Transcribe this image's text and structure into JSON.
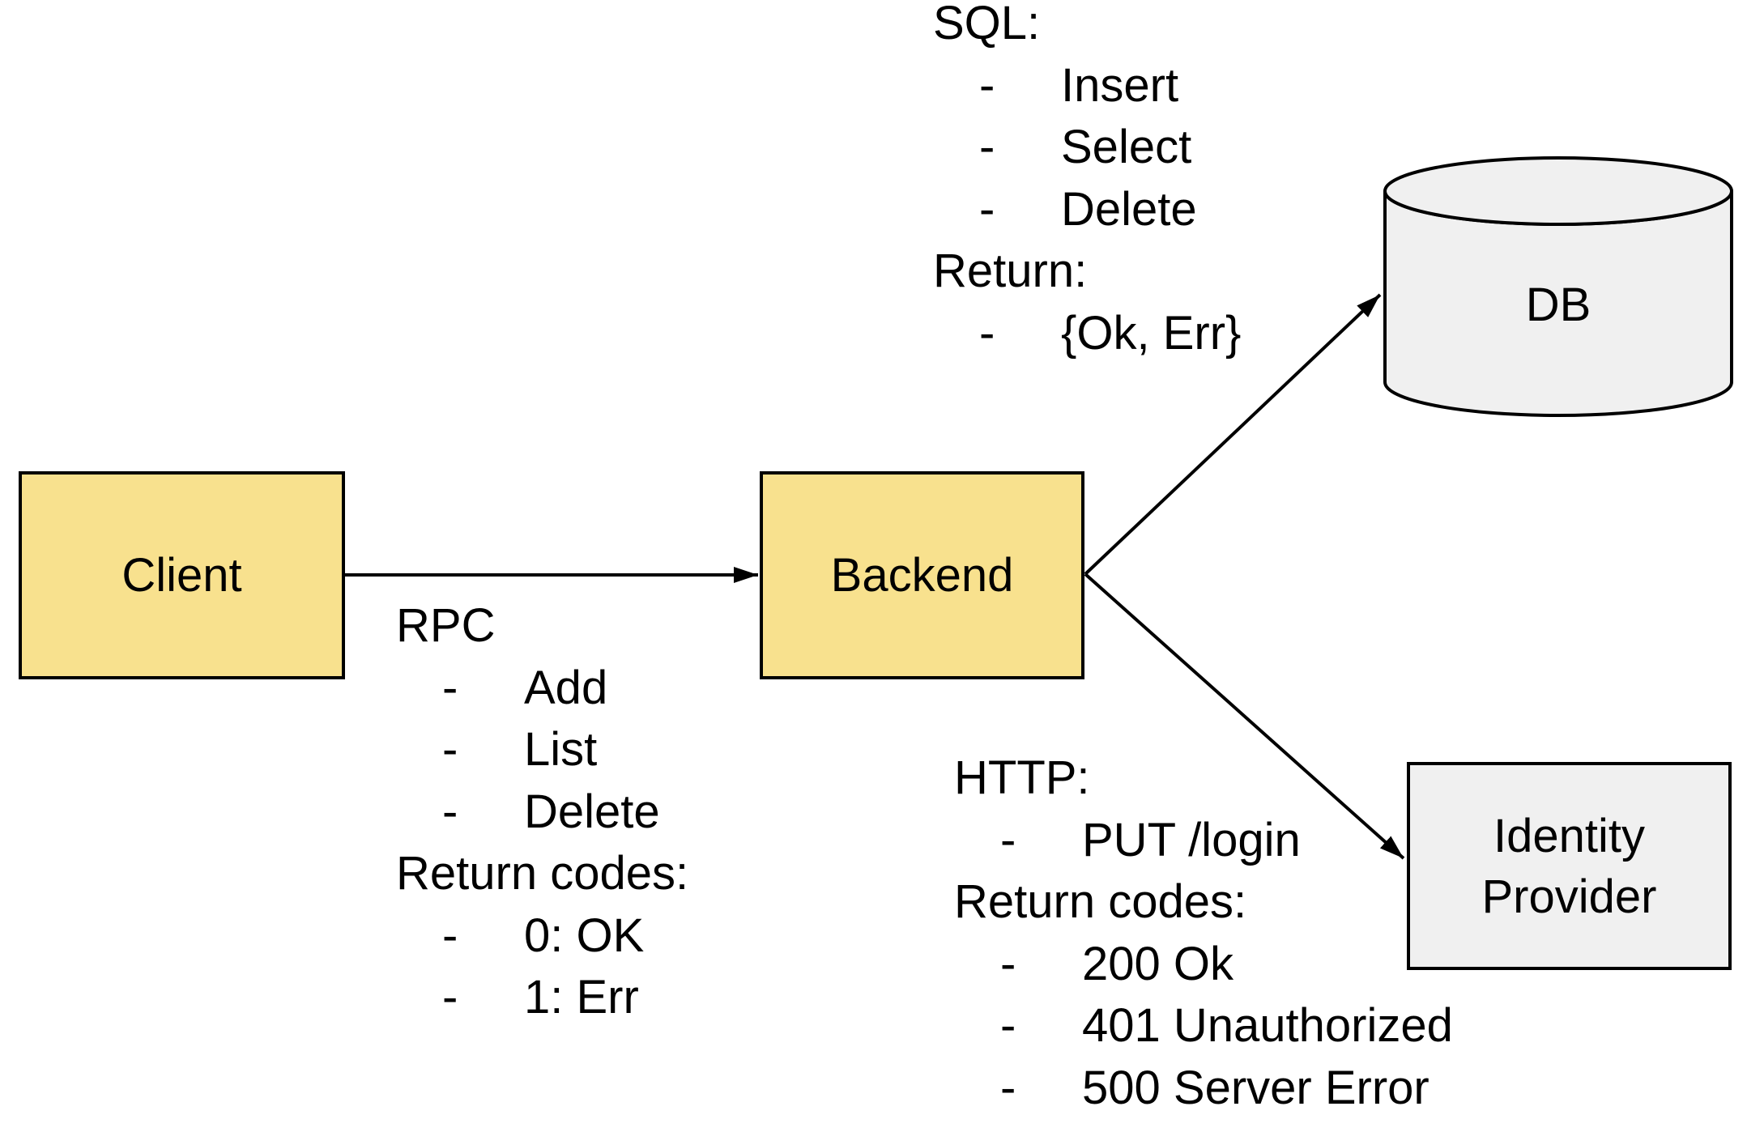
{
  "bullet_char": "-",
  "nodes": {
    "client": {
      "label": "Client"
    },
    "backend": {
      "label": "Backend"
    },
    "db": {
      "label": "DB"
    },
    "identity_provider": {
      "label_line1": "Identity",
      "label_line2": "Provider"
    }
  },
  "annotations": {
    "rpc": {
      "title": "RPC",
      "items": [
        "Add",
        "List",
        "Delete"
      ],
      "return_title": "Return codes:",
      "return_items": [
        "0: OK",
        "1: Err"
      ]
    },
    "sql": {
      "title": "SQL:",
      "items": [
        "Insert",
        "Select",
        "Delete"
      ],
      "return_title": "Return:",
      "return_items": [
        "{Ok, Err}"
      ]
    },
    "http": {
      "title": "HTTP:",
      "items": [
        "PUT /login"
      ],
      "return_title": "Return codes:",
      "return_items": [
        "200 Ok",
        "401 Unauthorized",
        "500 Server Error"
      ]
    }
  },
  "colors": {
    "node_fill_yellow": "#F8E18E",
    "node_fill_gray": "#F0F0F0",
    "stroke": "#000000",
    "text": "#000000",
    "background": "#FFFFFF"
  }
}
